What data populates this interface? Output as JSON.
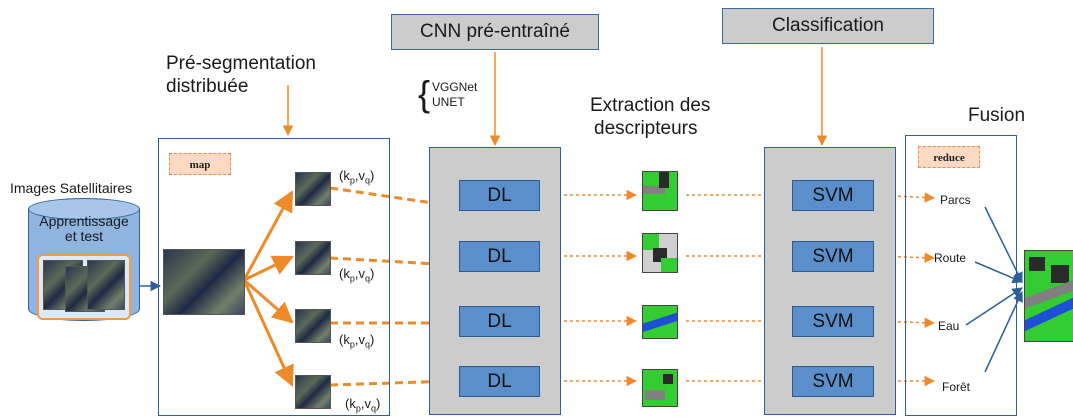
{
  "header": {
    "cnn": "CNN pré-entraîné",
    "classification": "Classification"
  },
  "labels": {
    "pre_segmentation": [
      "Pré-segmentation",
      "distribuée"
    ],
    "extraction": [
      "Extraction des",
      "descripteurs"
    ],
    "fusion": "Fusion",
    "images_satellitaires": "Images Satellitaires"
  },
  "database": [
    "Apprentissage",
    "et test"
  ],
  "models": [
    "VGGNet",
    "UNET"
  ],
  "map_tag": "map",
  "reduce_tag": "reduce",
  "kv_pair": {
    "k": "k",
    "k_sub": "p",
    "v": "v",
    "v_sub": "q"
  },
  "dl_label": "DL",
  "svm_label": "SVM",
  "classes": [
    "Parcs",
    "Route",
    "Eau",
    "Forêt"
  ],
  "colors": {
    "arrow": "#ef8a2b",
    "panel_border": "#2d6099",
    "block_blue": "#5b8fcc",
    "panel_gray": "#cccccc",
    "class_green": "#33cc33",
    "class_blue": "#1f4fd6",
    "class_gray": "#808080"
  }
}
